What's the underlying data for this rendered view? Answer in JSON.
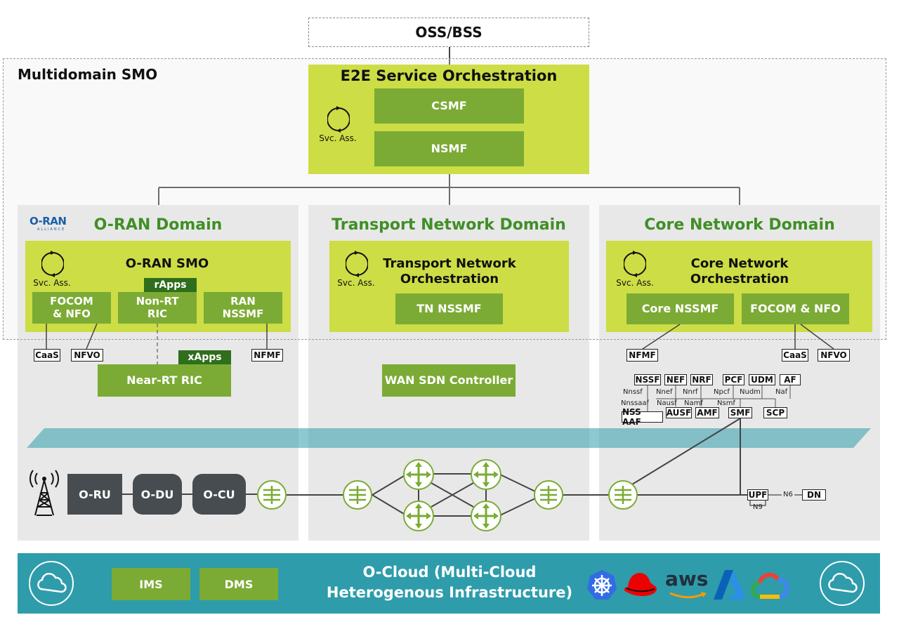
{
  "oss": "OSS/BSS",
  "smo_label": "Multidomain SMO",
  "e2e": {
    "title": "E2E Service Orchestration",
    "csmf": "CSMF",
    "nsmf": "NSMF",
    "svc": "Svc. Ass."
  },
  "oran": {
    "logo_text": "O-RAN",
    "logo_sub": "ALLIANCE",
    "title": "O-RAN Domain",
    "smo_title": "O-RAN SMO",
    "svc": "Svc. Ass.",
    "rapps": "rApps",
    "focom": "FOCOM\n& NFO",
    "nonrt": "Non-RT\nRIC",
    "ran_nssmf": "RAN\nNSSMF",
    "caas": "CaaS",
    "nfvo": "NFVO",
    "nfmf": "NFMF",
    "xapps": "xApps",
    "nearrt": "Near-RT RIC",
    "oru": "O-RU",
    "odu": "O-DU",
    "ocu": "O-CU"
  },
  "transport": {
    "title": "Transport Network Domain",
    "orch": "Transport Network\nOrchestration",
    "svc": "Svc. Ass.",
    "tn_nssmf": "TN NSSMF",
    "wan": "WAN SDN Controller"
  },
  "core": {
    "title": "Core Network Domain",
    "orch": "Core Network\nOrchestration",
    "svc": "Svc. Ass.",
    "core_nssmf": "Core NSSMF",
    "focom": "FOCOM & NFO",
    "nfmf": "NFMF",
    "caas": "CaaS",
    "nfvo": "NFVO",
    "nfs": {
      "nssf": "NSSF",
      "nef": "NEF",
      "nrf": "NRF",
      "pcf": "PCF",
      "udm": "UDM",
      "af": "AF",
      "nssaaf": "NSS AAF",
      "ausf": "AUSF",
      "amf": "AMF",
      "smf": "SMF",
      "scp": "SCP",
      "upf": "UPF",
      "dn": "DN"
    },
    "ifaces": {
      "nnssf": "Nnssf",
      "nnef": "Nnef",
      "nnrf": "Nnrf",
      "npcf": "Npcf",
      "nudm": "Nudm",
      "naf": "Naf",
      "nnssaaf": "Nnssaaf",
      "nausf": "Nausf",
      "namf": "Namf",
      "nsmf": "Nsmf",
      "n6": "N6",
      "n9": "N9"
    }
  },
  "ocloud": {
    "title": "O-Cloud (Multi-Cloud\nHeterogenous Infrastructure)",
    "ims": "IMS",
    "dms": "DMS",
    "aws": "aws"
  },
  "colors": {
    "lime": "#cddd45",
    "green": "#7bab34",
    "dark_green": "#2f6e1c",
    "teal": "#2e9cab",
    "domain_gray": "#e8e8e8",
    "dark_box": "#474c50"
  }
}
